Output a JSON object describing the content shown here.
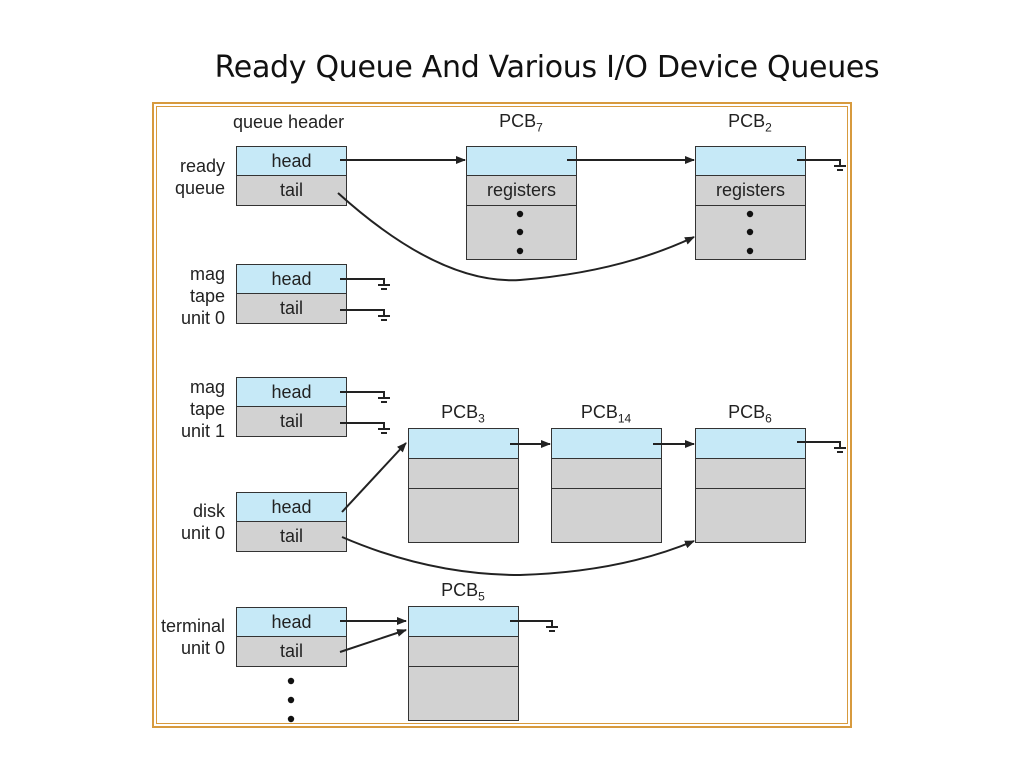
{
  "title": "Ready Queue And Various I/O Device Queues",
  "queue_header_label": "queue header",
  "head_label": "head",
  "tail_label": "tail",
  "registers_label": "registers",
  "queues": [
    {
      "label_lines": [
        "ready",
        "queue"
      ]
    },
    {
      "label_lines": [
        "mag",
        "tape",
        "unit 0"
      ]
    },
    {
      "label_lines": [
        "mag",
        "tape",
        "unit 1"
      ]
    },
    {
      "label_lines": [
        "disk",
        "unit 0"
      ]
    },
    {
      "label_lines": [
        "terminal",
        "unit 0"
      ]
    }
  ],
  "pcbs": [
    {
      "base": "PCB",
      "sub": "7"
    },
    {
      "base": "PCB",
      "sub": "2"
    },
    {
      "base": "PCB",
      "sub": "3"
    },
    {
      "base": "PCB",
      "sub": "14"
    },
    {
      "base": "PCB",
      "sub": "6"
    },
    {
      "base": "PCB",
      "sub": "5"
    }
  ]
}
